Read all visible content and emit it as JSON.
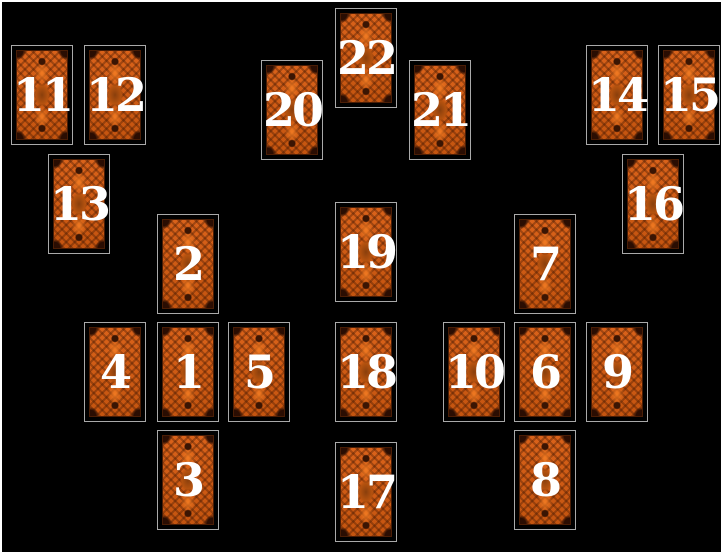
{
  "spread": {
    "background_color": "#000000",
    "card_back_color": "#d9621a",
    "number_color": "#ffffff",
    "cards": [
      {
        "number": "1"
      },
      {
        "number": "2"
      },
      {
        "number": "3"
      },
      {
        "number": "4"
      },
      {
        "number": "5"
      },
      {
        "number": "6"
      },
      {
        "number": "7"
      },
      {
        "number": "8"
      },
      {
        "number": "9"
      },
      {
        "number": "10"
      },
      {
        "number": "11"
      },
      {
        "number": "12"
      },
      {
        "number": "13"
      },
      {
        "number": "14"
      },
      {
        "number": "15"
      },
      {
        "number": "16"
      },
      {
        "number": "17"
      },
      {
        "number": "18"
      },
      {
        "number": "19"
      },
      {
        "number": "20"
      },
      {
        "number": "21"
      },
      {
        "number": "22"
      }
    ]
  }
}
